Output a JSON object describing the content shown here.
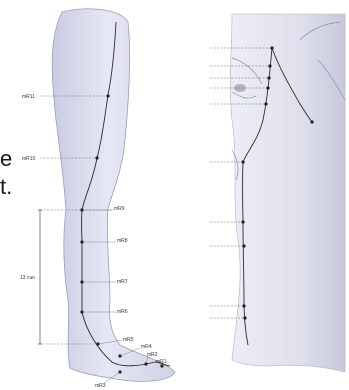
{
  "figure": {
    "edge_text": [
      "e",
      "t."
    ],
    "leg_points": [
      {
        "label": "mR11"
      },
      {
        "label": "mR10"
      },
      {
        "label": "mR9"
      },
      {
        "label": "mR8"
      },
      {
        "label": "mR7"
      },
      {
        "label": "mR6"
      },
      {
        "label": "mR5"
      },
      {
        "label": "mR4"
      },
      {
        "label": "mR3"
      },
      {
        "label": "mR2"
      },
      {
        "label": "mR1"
      }
    ],
    "dimension_label": "13 cun",
    "colors": {
      "skin": "#e3e4f2",
      "skin_shadow": "#c4c6de",
      "line": "#2c2c2c",
      "dashed": "#6a6a7a"
    }
  }
}
